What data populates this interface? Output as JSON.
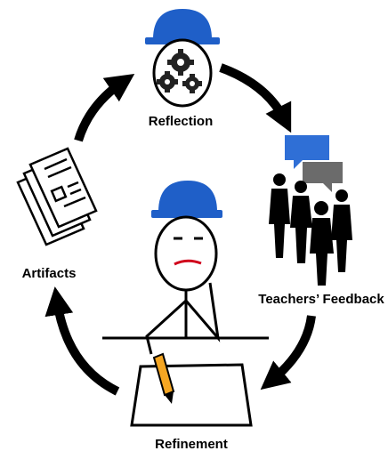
{
  "labels": {
    "reflection": "Reflection",
    "teachers_feedback": "Teachers’ Feedback",
    "artifacts": "Artifacts",
    "refinement": "Refinement"
  },
  "colors": {
    "hat_blue": "#1F5FC8",
    "bubble_blue": "#2F6FD6",
    "bubble_gray": "#6B6B6B",
    "pencil_orange": "#F5A623",
    "mouth_red": "#D0021B",
    "ink": "#000000"
  },
  "icons": [
    "hard-hat-icon",
    "gears-icon",
    "speech-bubbles-icon",
    "people-silhouettes-icon",
    "documents-icon",
    "stick-figure-icon",
    "pencil-icon",
    "cycle-arrow-icon"
  ]
}
